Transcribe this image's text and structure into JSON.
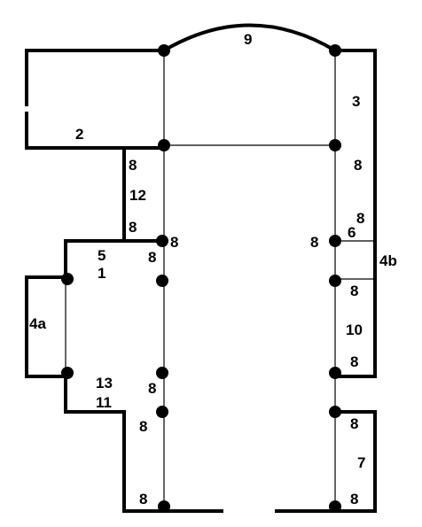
{
  "plan": {
    "labels": {
      "l9": "9",
      "l3": "3",
      "l2": "2",
      "l12": "12",
      "l5": "5",
      "l1": "1",
      "l4a": "4a",
      "l4b": "4b",
      "l6": "6",
      "l10": "10",
      "l13": "13",
      "l11": "11",
      "l7": "7",
      "l8": "8"
    }
  }
}
